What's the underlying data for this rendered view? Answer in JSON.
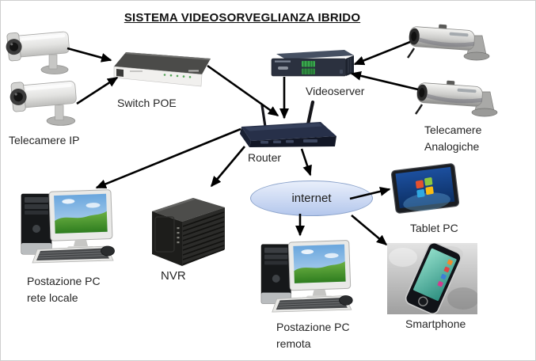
{
  "title": "SISTEMA VIDEOSORVEGLIANZA IBRIDO",
  "nodes": {
    "ip_cameras": {
      "label": "Telecamere IP"
    },
    "switch_poe": {
      "label": "Switch POE"
    },
    "videoserver": {
      "label": "Videoserver"
    },
    "analog_cameras": {
      "label_line1": "Telecamere",
      "label_line2": "Analogiche"
    },
    "router": {
      "label": "Router"
    },
    "internet": {
      "label": "internet"
    },
    "local_pc": {
      "label_line1": "Postazione PC",
      "label_line2": "rete locale"
    },
    "nvr": {
      "label": "NVR"
    },
    "remote_pc": {
      "label_line1": "Postazione PC",
      "label_line2": "remota"
    },
    "tablet": {
      "label": "Tablet PC"
    },
    "smartphone": {
      "label": "Smartphone"
    }
  },
  "connections": [
    {
      "from": "telecamera-ip-1",
      "to": "switch-poe"
    },
    {
      "from": "telecamera-ip-2",
      "to": "switch-poe"
    },
    {
      "from": "switch-poe",
      "to": "router"
    },
    {
      "from": "videoserver",
      "to": "router"
    },
    {
      "from": "telecamera-analogica-1",
      "to": "videoserver"
    },
    {
      "from": "telecamera-analogica-2",
      "to": "videoserver"
    },
    {
      "from": "router",
      "to": "postazione-pc-rete-locale"
    },
    {
      "from": "router",
      "to": "nvr"
    },
    {
      "from": "router",
      "to": "internet"
    },
    {
      "from": "internet",
      "to": "tablet-pc"
    },
    {
      "from": "internet",
      "to": "postazione-pc-remota"
    },
    {
      "from": "internet",
      "to": "smartphone"
    }
  ],
  "colors": {
    "background": "#ffffff",
    "title_text": "#111111",
    "label_text": "#262626",
    "arrow": "#000000",
    "internet_fill_top": "#e9effb",
    "internet_fill_bottom": "#b4c7ec",
    "internet_border": "#8aa2ca"
  }
}
